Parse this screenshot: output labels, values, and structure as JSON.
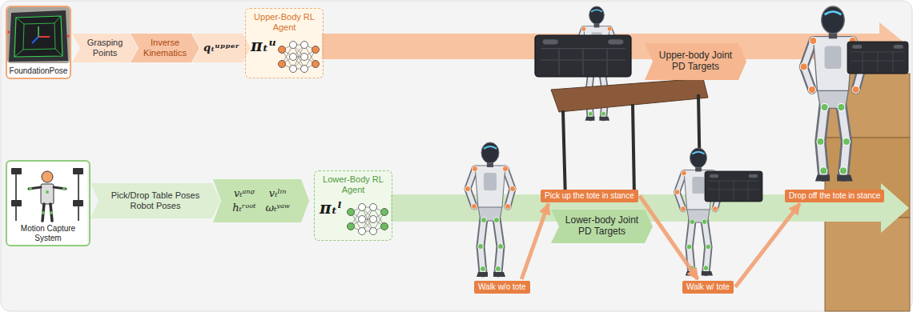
{
  "diagram": {
    "nodes": [
      {
        "text": [
          "FoundationPose"
        ]
      },
      {
        "text": [
          "Grasping Points"
        ]
      },
      {
        "text": [
          "Inverse Kinematics"
        ]
      },
      {
        "text": [
          "qₜᵘᵖᵖᵉʳ"
        ]
      },
      {
        "text": [
          "Upper-Body RL Agent",
          "πₜᵘ"
        ]
      },
      {
        "text": [
          "Upper-body Joint PD Targets"
        ]
      },
      {
        "text": [
          "Motion Capture System"
        ]
      },
      {
        "text": [
          "Pick/Drop Table Poses Robot Poses"
        ]
      },
      {
        "text": [
          "vₜᵃⁿᵍ",
          "vₜˡⁱⁿ",
          "hₜʳᵒᵒᵗ",
          "ωₜʸᵃʷ"
        ]
      },
      {
        "text": [
          "Lower-Body RL Agent",
          "πₜˡ"
        ]
      },
      {
        "text": [
          "Lower-body Joint PD Targets"
        ]
      },
      {
        "text": [
          "Walk w/o tote"
        ]
      },
      {
        "text": [
          "Pick up the tote in stance"
        ]
      },
      {
        "text": [
          "Walk w/ tote"
        ]
      },
      {
        "text": [
          "Drop off the tote in stance"
        ]
      }
    ],
    "edges": [
      {
        "from": 11,
        "to": 12,
        "arrow": "to"
      },
      {
        "from": 12,
        "to": 13,
        "arrow": "to"
      },
      {
        "from": 13,
        "to": 14,
        "arrow": "to"
      }
    ]
  }
}
